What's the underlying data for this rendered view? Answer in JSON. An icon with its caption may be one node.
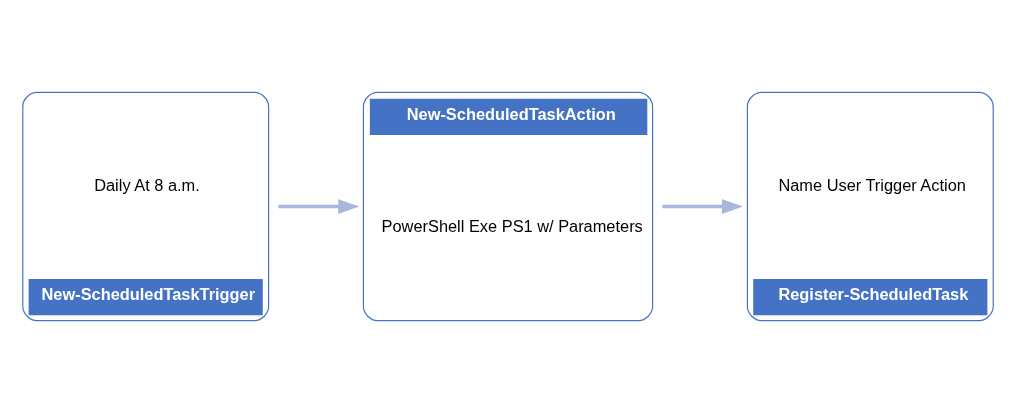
{
  "diagram": {
    "nodes": [
      {
        "text": [
          "Daily At 8 a.m.",
          "New-ScheduledTaskTrigger"
        ]
      },
      {
        "text": [
          "New-ScheduledTaskAction",
          "PowerShell Exe PS1 w/ Parameters"
        ]
      },
      {
        "text": [
          "Name User Trigger Action",
          "Register-ScheduledTask"
        ]
      }
    ],
    "edges": [
      {
        "from": 0,
        "to": 1,
        "arrow": "to"
      },
      {
        "from": 1,
        "to": 2,
        "arrow": "to"
      }
    ]
  }
}
